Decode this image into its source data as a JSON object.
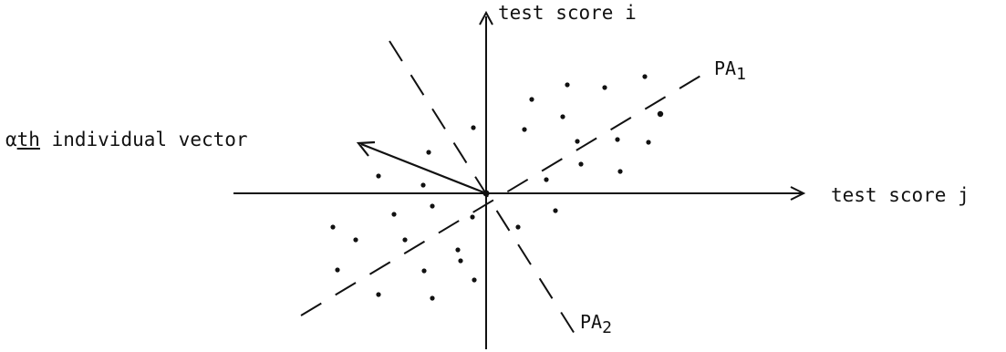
{
  "labels": {
    "y_axis": "test score i",
    "x_axis": "test score j",
    "pa1_main": "PA",
    "pa1_sub": "1",
    "pa2_main": "PA",
    "pa2_sub": "2",
    "vector_prefix": "α",
    "vector_underlined": "th",
    "vector_rest": " individual vector"
  },
  "colors": {
    "ink": "#111111",
    "background": "#ffffff"
  },
  "icons": {
    "y_axis_arrow": "arrow-up-icon",
    "x_axis_arrow": "arrow-right-icon",
    "vector_arrow": "arrow-upper-left-icon"
  }
}
